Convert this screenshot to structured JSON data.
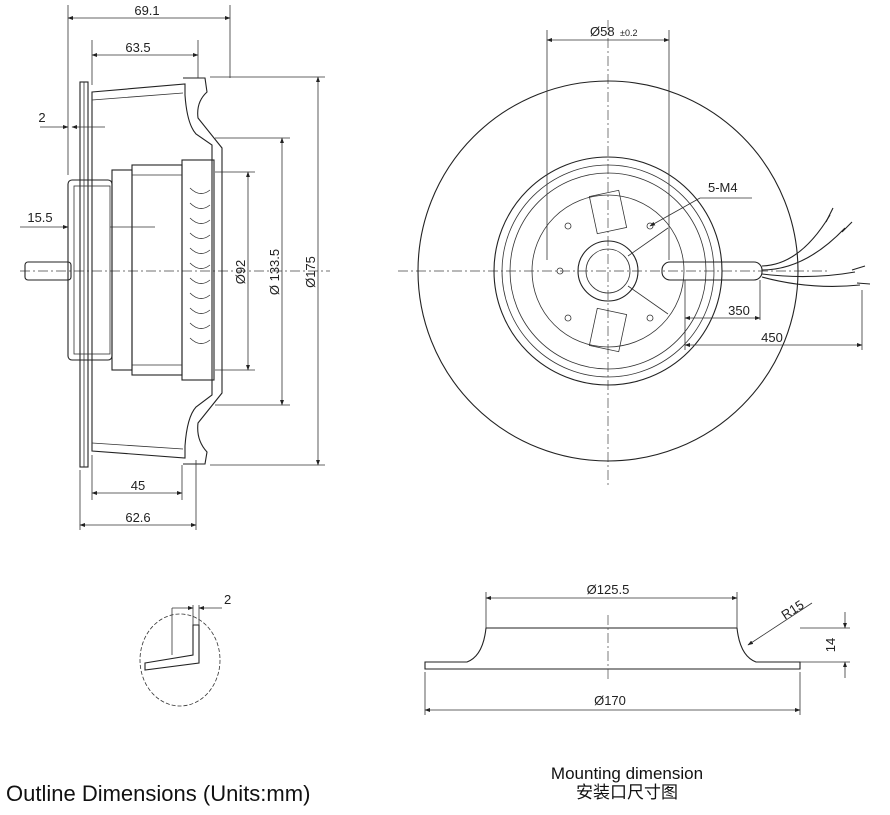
{
  "side_view": {
    "dim_overall_width": "69.1",
    "dim_inlet_width": "63.5",
    "dim_wall": "2",
    "dim_shaft": "15.5",
    "dim_d92": "Ø92",
    "dim_d133": "Ø 133.5",
    "dim_d175": "Ø175",
    "dim_45": "45",
    "dim_626": "62.6"
  },
  "front_view": {
    "dim_d58": "Ø58",
    "dim_d58_tol": "±0.2",
    "dim_screws": "5-M4",
    "dim_350": "350",
    "dim_450": "450"
  },
  "detail": {
    "dim_thickness": "2"
  },
  "mounting_ring": {
    "dim_d1255": "Ø125.5",
    "dim_radius": "R15",
    "dim_height": "14",
    "dim_d170": "Ø170"
  },
  "captions": {
    "outline": "Outline Dimensions (Units:mm)",
    "mounting_en": "Mounting dimension",
    "mounting_cn": "安装口尺寸图"
  }
}
